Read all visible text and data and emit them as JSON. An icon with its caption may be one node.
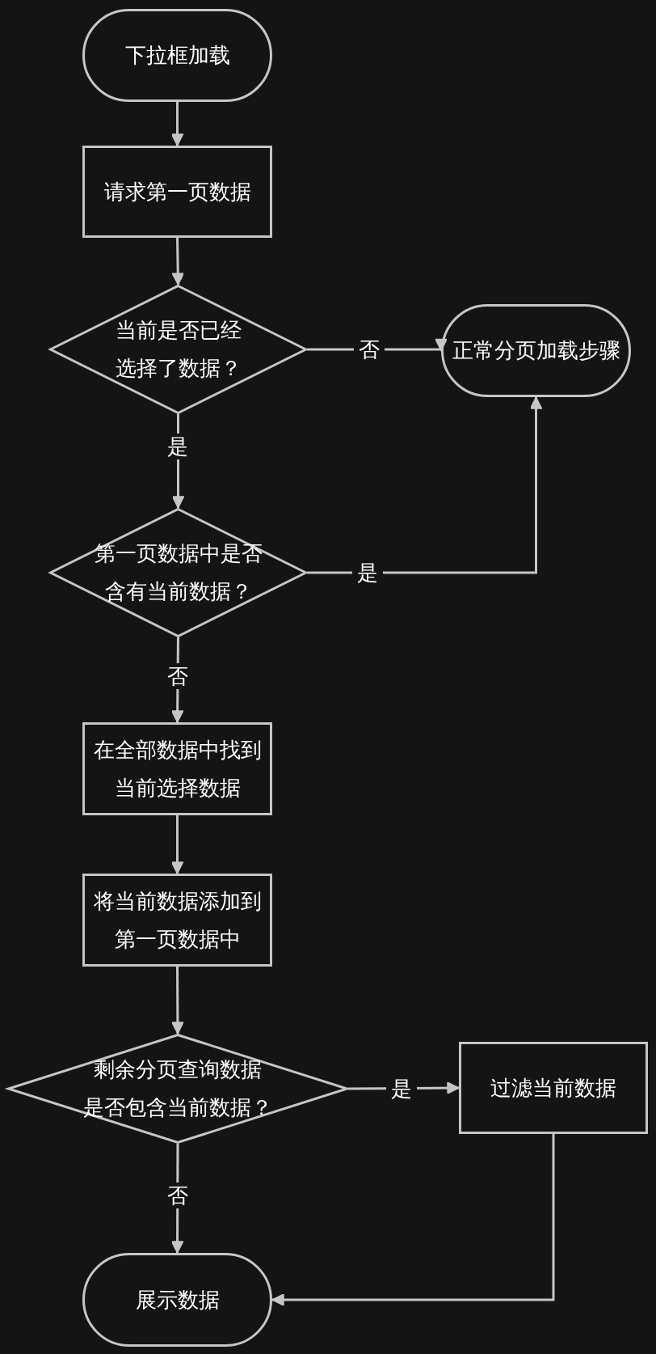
{
  "diagram": {
    "nodes": [
      {
        "text": [
          "下拉框加载"
        ]
      },
      {
        "text": [
          "请求第一页数据"
        ]
      },
      {
        "text": [
          "当前是否已经选择了数据？"
        ]
      },
      {
        "text": [
          "正常分页加载步骤"
        ]
      },
      {
        "text": [
          "第一页数据中是否含有当前数据？"
        ]
      },
      {
        "text": [
          "在全部数据中找到当前选择数据"
        ]
      },
      {
        "text": [
          "将当前数据添加到第一页数据中"
        ]
      },
      {
        "text": [
          "剩余分页查询数据是否包含当前数据？"
        ]
      },
      {
        "text": [
          "过滤当前数据"
        ]
      },
      {
        "text": [
          "展示数据"
        ]
      }
    ],
    "edges": [
      {
        "from": 0,
        "to": 1,
        "arrow": "to"
      },
      {
        "from": 1,
        "to": 2,
        "arrow": "to"
      },
      {
        "from": 2,
        "to": 3,
        "arrow": "to",
        "label": "否"
      },
      {
        "from": 2,
        "to": 4,
        "arrow": "to",
        "label": "是"
      },
      {
        "from": 4,
        "to": 3,
        "arrow": "to",
        "label": "是"
      },
      {
        "from": 4,
        "to": 5,
        "arrow": "to",
        "label": "否"
      },
      {
        "from": 5,
        "to": 6,
        "arrow": "to"
      },
      {
        "from": 6,
        "to": 7,
        "arrow": "to"
      },
      {
        "from": 7,
        "to": 8,
        "arrow": "to",
        "label": "是"
      },
      {
        "from": 7,
        "to": 9,
        "arrow": "to",
        "label": "否"
      },
      {
        "from": 8,
        "to": 9,
        "arrow": "to"
      }
    ]
  }
}
